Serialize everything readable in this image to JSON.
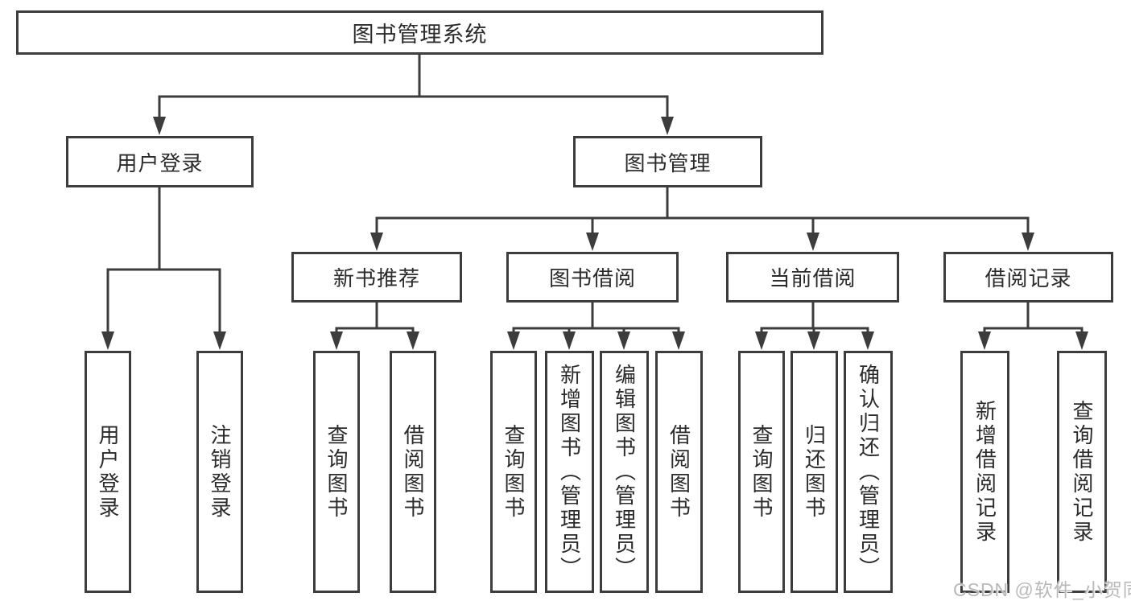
{
  "diagram": {
    "tree": {
      "root": "图书管理系统",
      "branches": [
        {
          "label": "用户登录",
          "children": [
            "用户登录",
            "注销登录"
          ]
        },
        {
          "label": "图书管理",
          "children": [
            {
              "label": "新书推荐",
              "children": [
                "查询图书",
                "借阅图书"
              ]
            },
            {
              "label": "图书借阅",
              "children": [
                "查询图书",
                "新增图书（管理员）",
                "编辑图书（管理员）",
                "借阅图书"
              ]
            },
            {
              "label": "当前借阅",
              "children": [
                "查询图书",
                "归还图书",
                "确认归还（管理员）"
              ]
            },
            {
              "label": "借阅记录",
              "children": [
                "新增借阅记录",
                "查询借阅记录"
              ]
            }
          ]
        }
      ]
    },
    "line_color": "#3c3c3c",
    "background_color": "#ffffff"
  },
  "watermark": {
    "text": "CSDN @软件_小贺同学"
  }
}
